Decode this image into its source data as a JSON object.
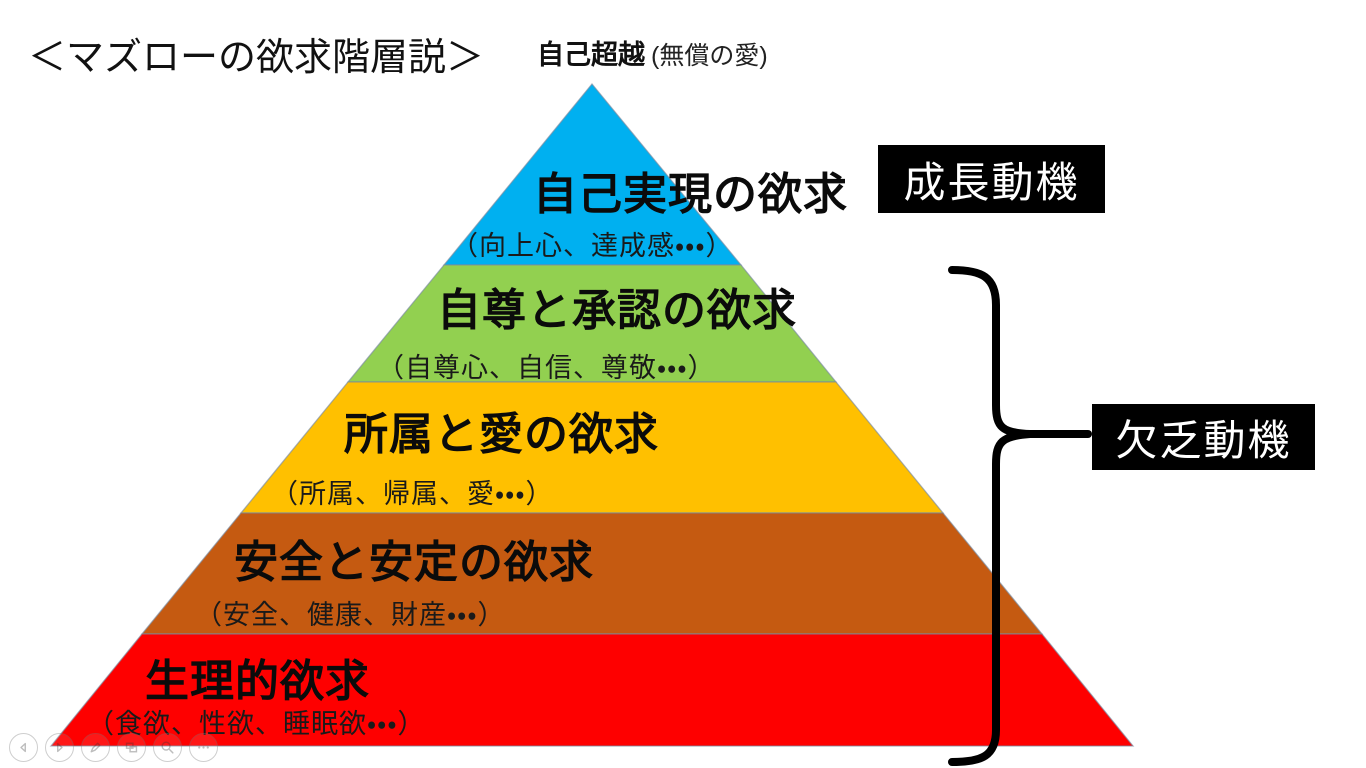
{
  "slide": {
    "title": "＜マズローの欲求階層説＞",
    "transcendence": {
      "label": "自己超越",
      "note": "(無償の愛)"
    }
  },
  "pyramid": {
    "levels": [
      {
        "rank": 1,
        "name": "自己実現の欲求",
        "detail": "（向上心、達成感・・・）",
        "color": "#00B0F0"
      },
      {
        "rank": 2,
        "name": "自尊と承認の欲求",
        "detail": "（自尊心、自信、尊敬・・・）",
        "color": "#92D050"
      },
      {
        "rank": 3,
        "name": "所属と愛の欲求",
        "detail": "（所属、帰属、愛・・・）",
        "color": "#FFC000"
      },
      {
        "rank": 4,
        "name": "安全と安定の欲求",
        "detail": "（安全、健康、財産・・・）",
        "color": "#C55A11"
      },
      {
        "rank": 5,
        "name": "生理的欲求",
        "detail": "（食欲、性欲、睡眠欲・・・）",
        "color": "#FE0000"
      }
    ],
    "outline_color": "#7a8aa0"
  },
  "annotations": {
    "growth": {
      "label": "成長動機",
      "bg": "#000000",
      "fg": "#ffffff"
    },
    "deficiency": {
      "label": "欠乏動機",
      "bg": "#000000",
      "fg": "#ffffff"
    },
    "brace_color": "#000000"
  },
  "slideshow_controls": {
    "icons": [
      {
        "name": "previous-slide-icon"
      },
      {
        "name": "next-slide-icon"
      },
      {
        "name": "pen-icon"
      },
      {
        "name": "see-all-slides-icon"
      },
      {
        "name": "zoom-icon"
      },
      {
        "name": "more-options-icon"
      }
    ]
  }
}
